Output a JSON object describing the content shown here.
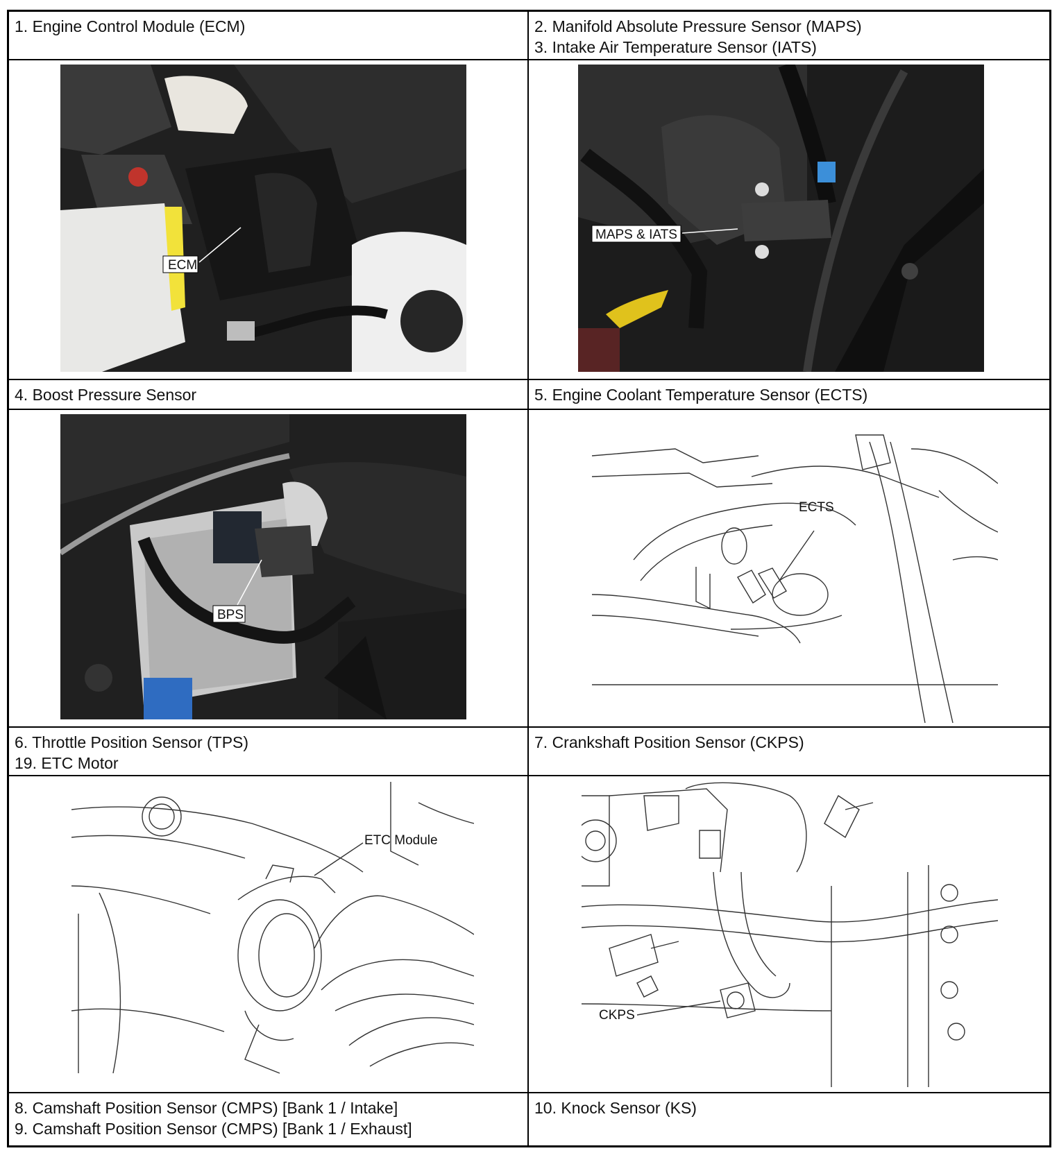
{
  "cells": {
    "c1": {
      "lines": [
        "1. Engine Control Module (ECM)"
      ]
    },
    "c2": {
      "lines": [
        "2. Manifold Absolute Pressure Sensor (MAPS)",
        "3. Intake Air Temperature Sensor (IATS)"
      ]
    },
    "c3": {
      "lines": [
        "4. Boost Pressure Sensor"
      ]
    },
    "c4": {
      "lines": [
        "5. Engine Coolant Temperature Sensor (ECTS)"
      ]
    },
    "c5": {
      "lines": [
        "6. Throttle Position Sensor (TPS)",
        "19. ETC Motor"
      ]
    },
    "c6": {
      "lines": [
        "7. Crankshaft Position Sensor (CKPS)"
      ]
    },
    "c7": {
      "lines": [
        "8. Camshaft Position Sensor (CMPS) [Bank 1 / Intake]",
        "9. Camshaft Position Sensor (CMPS) [Bank 1 / Exhaust]"
      ]
    },
    "c8": {
      "lines": [
        "10. Knock Sensor (KS)"
      ]
    }
  },
  "figures": {
    "ecm": {
      "label": "ECM"
    },
    "maps": {
      "label": "MAPS & IATS"
    },
    "bps": {
      "label": "BPS"
    },
    "ects": {
      "label": "ECTS"
    },
    "etc": {
      "label": "ETC Module"
    },
    "ckps": {
      "label": "CKPS"
    }
  }
}
